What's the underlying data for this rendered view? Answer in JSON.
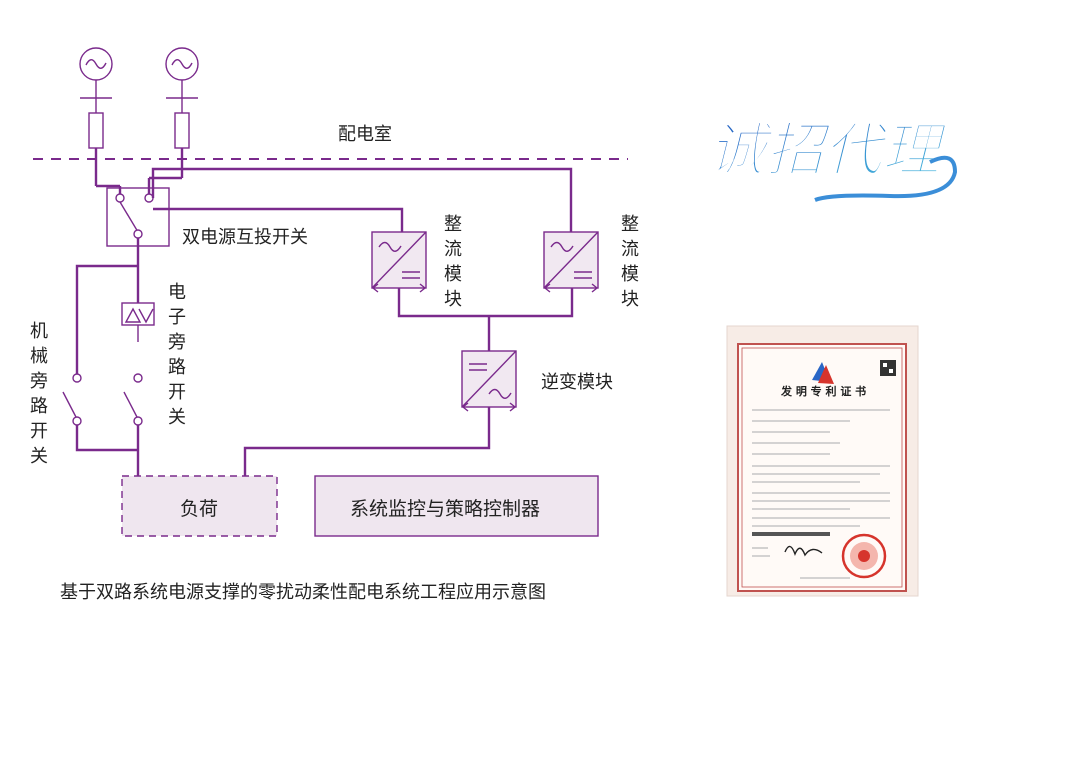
{
  "colors": {
    "wire": "#7a2a8c",
    "module_fill": "#f1e8f1",
    "logo": "#2a66c6",
    "cert_border": "#c0524f",
    "seal": "#d6342c"
  },
  "labels": {
    "power_room": "配电室",
    "ats": "双电源互投开关",
    "rectifier_1": [
      "整",
      "流",
      "模",
      "块"
    ],
    "rectifier_2": [
      "整",
      "流",
      "模",
      "块"
    ],
    "electronic_bypass": [
      "电",
      "子",
      "旁",
      "路",
      "开",
      "关"
    ],
    "mechanical_bypass": [
      "机",
      "械",
      "旁",
      "路",
      "开",
      "关"
    ],
    "inverter": "逆变模块",
    "load": "负荷",
    "controller": "系统监控与策略控制器"
  },
  "caption": "基于双路系统电源支撑的零扰动柔性配电系统工程应用示意图",
  "logo": {
    "text": "诚招代理"
  },
  "certificate": {
    "title": "发 明 专 利 证 书"
  },
  "icons": [
    "ac-source-icon",
    "rectifier-icon",
    "inverter-icon",
    "thyristor-icon",
    "qr-code-icon",
    "emblem-icon",
    "seal-icon"
  ]
}
